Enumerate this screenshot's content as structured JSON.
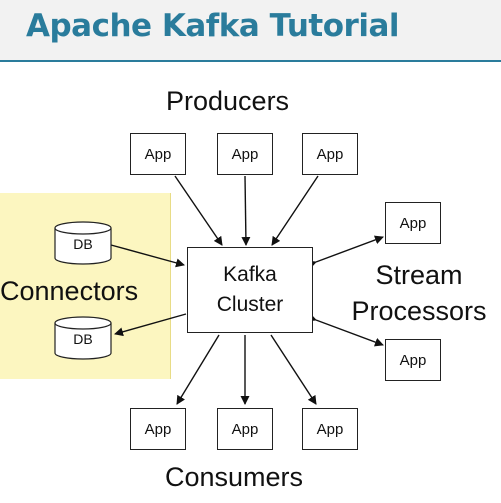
{
  "header": {
    "title": "Apache Kafka Tutorial"
  },
  "diagram": {
    "producers_label": "Producers",
    "consumers_label": "Consumers",
    "connectors_label": "Connectors",
    "stream_label_line1": "Stream",
    "stream_label_line2": "Processors",
    "kafka_line1": "Kafka",
    "kafka_line2": "Cluster",
    "producer_apps": [
      "App",
      "App",
      "App"
    ],
    "consumer_apps": [
      "App",
      "App",
      "App"
    ],
    "stream_apps": [
      "App",
      "App"
    ],
    "databases": [
      "DB",
      "DB"
    ]
  },
  "colors": {
    "title": "#2a7c9c",
    "connectors_highlight": "#fcf6c0"
  }
}
